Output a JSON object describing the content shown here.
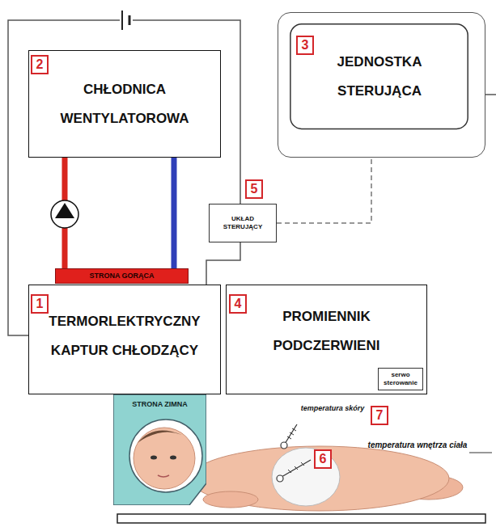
{
  "diagram": {
    "nodes": [
      {
        "text": [
          "CHŁODNICA WENTYLATOROWA"
        ]
      },
      {
        "text": [
          "JEDNOSTKA STERUJĄCA"
        ]
      },
      {
        "text": [
          "UKŁAD STERUJĄCY"
        ]
      },
      {
        "text": [
          "STRONA GORĄCA"
        ]
      },
      {
        "text": [
          "TERMORLEKTRYCZNY KAPTUR CHŁODZĄCY"
        ]
      },
      {
        "text": [
          "PROMIENNIK PODCZERWIENI"
        ]
      },
      {
        "text": [
          "serwo sterowanie"
        ],
        "in": 5
      },
      {
        "text": [
          "STRONA ZIMNA"
        ]
      }
    ],
    "edges": [
      {
        "from": 0,
        "to": 3,
        "arrow": "none"
      },
      {
        "from": 0,
        "to": 3,
        "arrow": "none"
      },
      {
        "from": 2,
        "to": 1,
        "arrow": "none"
      },
      {
        "from": 2,
        "to": 4,
        "arrow": "none"
      },
      {
        "from": 4,
        "to": 2,
        "arrow": "none"
      }
    ],
    "labels": [
      "2",
      "3",
      "5",
      "1",
      "4",
      "7",
      "temperatura skóry",
      "6",
      "temperatura wnętrza ciała"
    ]
  }
}
